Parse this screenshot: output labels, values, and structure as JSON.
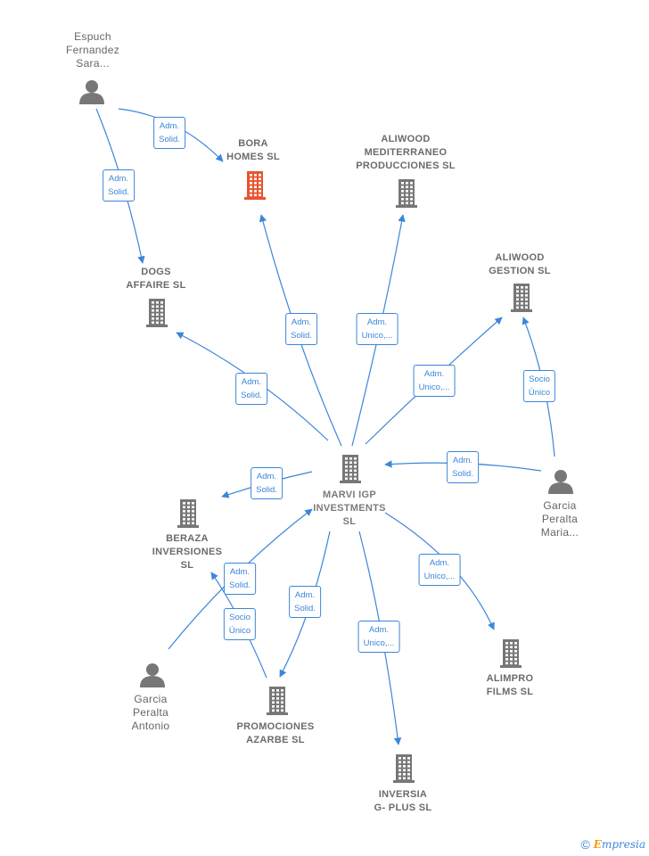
{
  "nodes": {
    "espuch": {
      "label": "Espuch\nFernandez\nSara...",
      "type": "person"
    },
    "bora": {
      "label": "BORA\nHOMES  SL",
      "type": "company",
      "highlight": true,
      "color": "#e8542c"
    },
    "aliwood_m": {
      "label": "ALIWOOD\nMEDITERRANEO\nPRODUCCIONES SL",
      "type": "company"
    },
    "dogs": {
      "label": "DOGS\nAFFAIRE SL",
      "type": "company"
    },
    "aliwood_g": {
      "label": "ALIWOOD\nGESTION SL",
      "type": "company"
    },
    "marvi": {
      "label": "MARVI IGP\nINVESTMENTS\nSL",
      "type": "company"
    },
    "maria": {
      "label": "Garcia\nPeralta\nMaria...",
      "type": "person"
    },
    "beraza": {
      "label": "BERAZA\nINVERSIONES\nSL",
      "type": "company"
    },
    "antonio": {
      "label": "Garcia\nPeralta\nAntonio",
      "type": "person"
    },
    "promociones": {
      "label": "PROMOCIONES\nAZARBE  SL",
      "type": "company"
    },
    "alimpro": {
      "label": "ALIMPRO\nFILMS SL",
      "type": "company"
    },
    "inversia": {
      "label": "INVERSIA\nG- PLUS  SL",
      "type": "company"
    }
  },
  "edges": [
    {
      "id": "espuch-bora",
      "label": "Adm.\nSolid."
    },
    {
      "id": "espuch-dogs",
      "label": "Adm.\nSolid."
    },
    {
      "id": "marvi-bora",
      "label": "Adm.\nSolid."
    },
    {
      "id": "marvi-aliwood_m",
      "label": "Adm.\nUnico,..."
    },
    {
      "id": "marvi-dogs",
      "label": "Adm.\nSolid."
    },
    {
      "id": "marvi-aliwood_g",
      "label": "Adm.\nUnico,..."
    },
    {
      "id": "maria-aliwood_g",
      "label": "Socio\nÚnico"
    },
    {
      "id": "maria-marvi",
      "label": "Adm.\nSolid."
    },
    {
      "id": "marvi-beraza",
      "label": "Adm.\nSolid."
    },
    {
      "id": "antonio-marvi",
      "label": "Adm.\nSolid."
    },
    {
      "id": "promociones-beraza",
      "label": "Socio\nÚnico"
    },
    {
      "id": "marvi-promociones",
      "label": "Adm.\nSolid."
    },
    {
      "id": "marvi-alimpro",
      "label": "Adm.\nUnico,..."
    },
    {
      "id": "marvi-inversia",
      "label": "Adm.\nUnico,..."
    }
  ],
  "colors": {
    "edge": "#3b86d9",
    "node": "#777777",
    "highlight": "#e8542c"
  },
  "footer": {
    "copyright": "©",
    "brand_e": "E",
    "brand_rest": "mpresia"
  }
}
